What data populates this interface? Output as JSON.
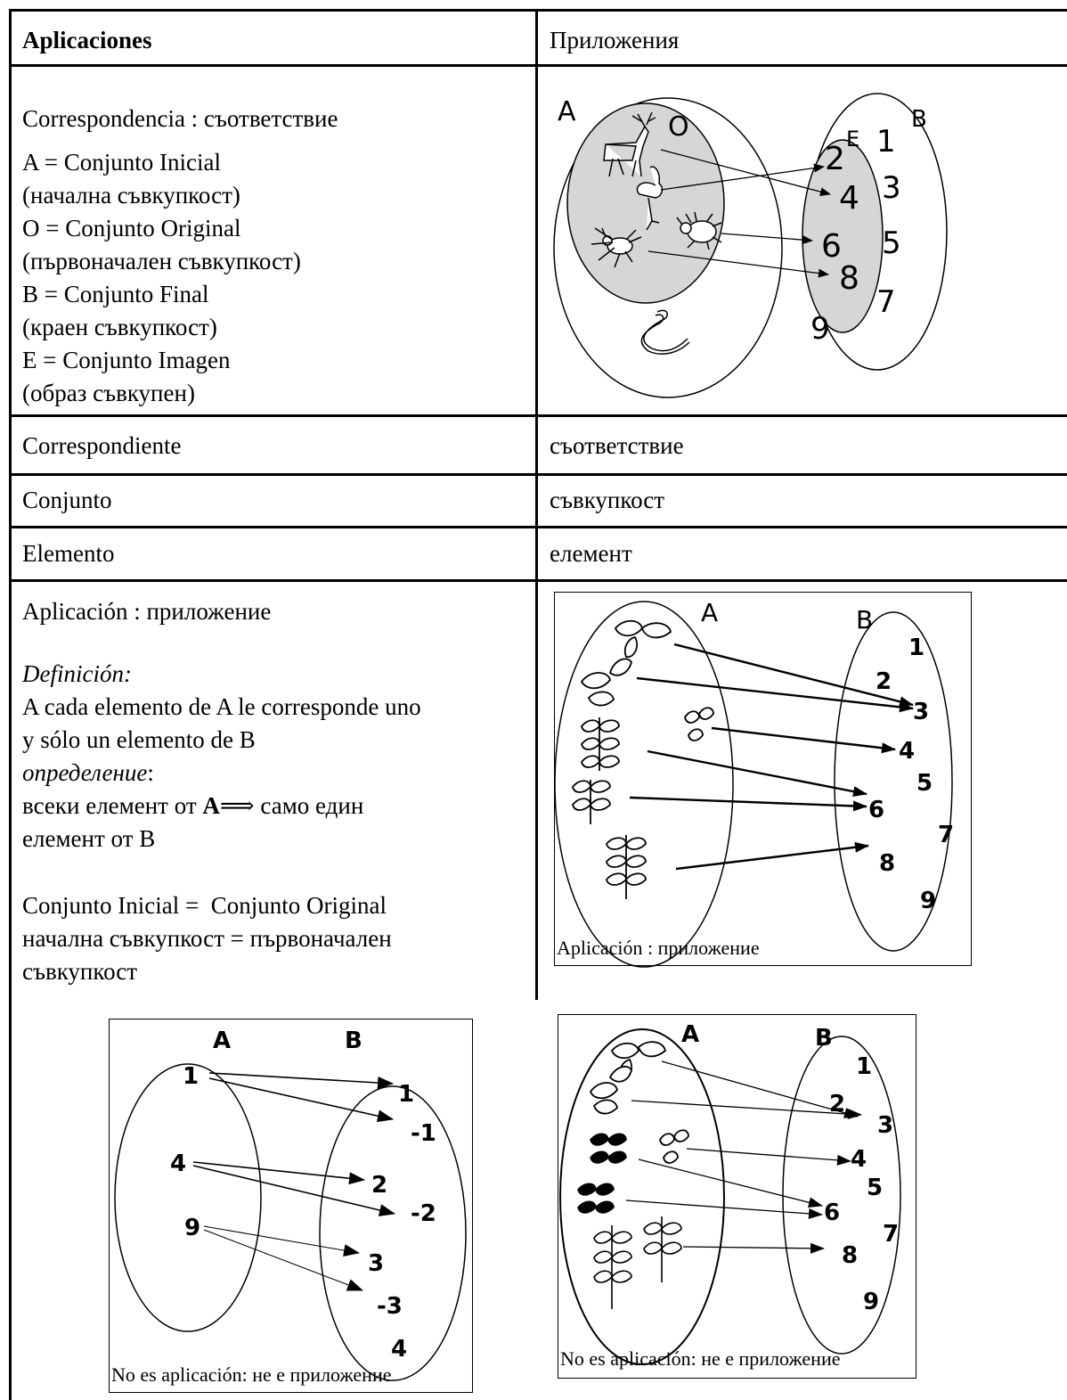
{
  "table": {
    "header": {
      "left": "Aplicaciones",
      "right": "Приложения"
    },
    "row1": {
      "title": "Correspondencia : съответствие",
      "lines": [
        "A = Conjunto Inicial",
        "(начална съвкупкост)",
        "O = Conjunto Original",
        "(първоначален съвкупкост)",
        "B = Conjunto Final",
        "(краен съвкупкост)",
        "E = Conjunto Imagen",
        "(образ съвкупен)"
      ]
    },
    "row2": {
      "left": "Correspondiente",
      "right": "съответствие"
    },
    "row3": {
      "left": "Conjunto",
      "right": "съвкупкост"
    },
    "row4": {
      "left": "Elemento",
      "right": "елемент"
    },
    "row5": {
      "title": "Aplicación : приложение",
      "definition_label": "Definición:",
      "definition_es": [
        "A cada elemento de A le corresponde uno",
        "y sólo un elemento de B"
      ],
      "definition_label_bg": "определение",
      "definition_bg_prefix": "всеки елемент от",
      "definition_bg_bold": "A",
      "definition_bg_arrow": "⟹",
      "definition_bg_suffix": "само един",
      "definition_bg_line2": "елемент от В",
      "equiv_line1": "Conjunto Inicial =  Conjunto Original",
      "equiv_line2": "начална съвкупкост = първоначален",
      "equiv_line3": "съвкупкост"
    }
  },
  "diagram_correspondence": {
    "label_a": "A",
    "label_o": "O",
    "label_e": "E",
    "label_b": "B",
    "numbers": [
      "1",
      "2",
      "3",
      "4",
      "5",
      "6",
      "7",
      "8",
      "9"
    ],
    "icons": [
      "deer-icon",
      "flamingo-icon",
      "beetle-icon",
      "spider-icon",
      "snake-icon"
    ]
  },
  "diagram_application": {
    "label_a": "A",
    "label_b": "B",
    "numbers": [
      "1",
      "2",
      "3",
      "4",
      "5",
      "6",
      "7",
      "8",
      "9"
    ],
    "caption": "Aplicación : приложение"
  },
  "diagram_not_app_1": {
    "label_a": "A",
    "label_b": "B",
    "left_numbers": [
      "1",
      "4",
      "9"
    ],
    "right_numbers": [
      "1",
      "-1",
      "2",
      "-2",
      "3",
      "-3",
      "4"
    ],
    "caption": "No es aplicación: не е приложение"
  },
  "diagram_not_app_2": {
    "label_a": "A",
    "label_b": "B",
    "numbers": [
      "1",
      "2",
      "3",
      "4",
      "5",
      "6",
      "7",
      "8",
      "9"
    ],
    "caption": "No es aplicación: не е приложение"
  }
}
